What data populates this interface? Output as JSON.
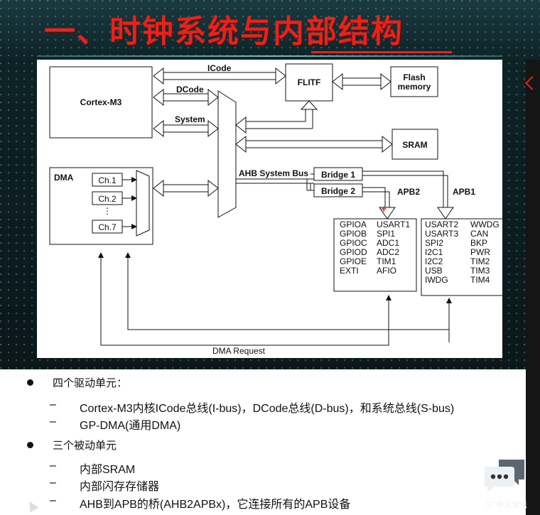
{
  "slide": {
    "title": "一、时钟系统与内部结构",
    "watermark": "ST中文论坛"
  },
  "diagram": {
    "cortex": "Cortex-M3",
    "dma": "DMA",
    "channels": [
      "Ch.1",
      "Ch.2",
      "Ch.7"
    ],
    "channel_gap": "⋮",
    "icode": "ICode",
    "dcode": "DCode",
    "system": "System",
    "flitf": "FLITF",
    "flash": [
      "Flash",
      "memory"
    ],
    "sram": "SRAM",
    "ahb": "AHB System Bus",
    "bridge1": "Bridge 1",
    "bridge2": "Bridge 2",
    "apb2": "APB2",
    "apb1": "APB1",
    "apb2_col1": [
      "GPIOA",
      "GPIOB",
      "GPIOC",
      "GPIOD",
      "GPIOE",
      "EXTI"
    ],
    "apb2_col2": [
      "USART1",
      "SPI1",
      "ADC1",
      "ADC2",
      "TIM1",
      "AFIO"
    ],
    "apb1_col1": [
      "USART2",
      "USART3",
      "SPI2",
      "I2C1",
      "I2C2",
      "USB",
      "IWDG"
    ],
    "apb1_col2": [
      "WWDG",
      "CAN",
      "BKP",
      "PWR",
      "TIM2",
      "TIM3",
      "TIM4"
    ],
    "dma_request": "DMA Request",
    "cursor_mark": "+"
  },
  "bullets": [
    {
      "level": 1,
      "text": "四个驱动单元："
    },
    {
      "level": 2,
      "text": "Cortex-M3内核ICode总线(I-bus)，DCode总线(D-bus)，和系统总线(S-bus)"
    },
    {
      "level": 2,
      "text": "GP-DMA(通用DMA)"
    },
    {
      "level": 1,
      "text": "三个被动单元"
    },
    {
      "level": 2,
      "text": "内部SRAM"
    },
    {
      "level": 2,
      "text": "内部闪存存储器"
    },
    {
      "level": 2,
      "text": "AHB到APB的桥(AHB2APBx)，它连接所有的APB设备"
    }
  ],
  "colors": {
    "title": "#e8221b",
    "cursor_mark": "#e8221b"
  },
  "icons": {
    "chat": "chat-bubble-icon",
    "cursor": "mouse-pointer-icon",
    "nav": "chevron-left-icon"
  }
}
